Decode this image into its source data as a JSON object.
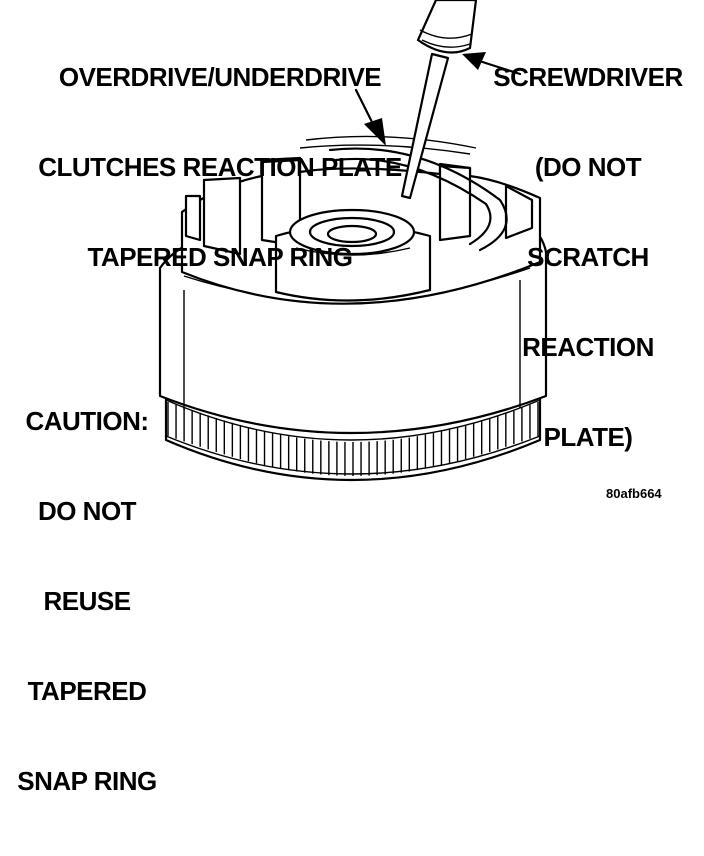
{
  "callouts": {
    "snap_ring": [
      "OVERDRIVE/UNDERDRIVE",
      "CLUTCHES REACTION PLATE",
      "TAPERED SNAP RING"
    ],
    "screwdriver": [
      "SCREWDRIVER",
      "(DO NOT",
      "SCRATCH",
      "REACTION",
      "PLATE)"
    ],
    "caution": [
      "CAUTION:",
      "DO NOT",
      "REUSE",
      "TAPERED",
      "SNAP RING"
    ]
  },
  "figure_id": "80afb664"
}
